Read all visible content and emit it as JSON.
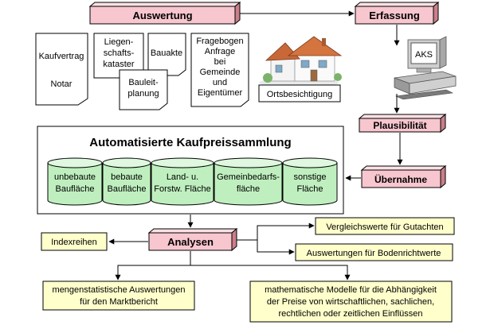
{
  "colors": {
    "process_box": "#f7c6ce",
    "process_box_side": "#c97f8a",
    "result_box": "#ffffcc",
    "cylinder": "#bfefbf"
  },
  "process": {
    "auswertung": "Auswertung",
    "erfassung": "Erfassung",
    "plausibilitaet": "Plausibilität",
    "uebernahme": "Übernahme",
    "analysen": "Analysen"
  },
  "sources": {
    "kaufvertrag_line1": "Kaufvertrag",
    "kaufvertrag_line2": "Notar",
    "liegenschaft_line1": "Liegen-",
    "liegenschaft_line2": "schafts-",
    "liegenschaft_line3": "kataster",
    "bauakte": "Bauakte",
    "bauleit_line1": "Bauleit-",
    "bauleit_line2": "planung",
    "fragebogen_line1": "Fragebogen",
    "fragebogen_line2": "Anfrage",
    "fragebogen_line3": "bei",
    "fragebogen_line4": "Gemeinde",
    "fragebogen_line5": "und",
    "fragebogen_line6": "Eigentümer",
    "ortsbesichtigung": "Ortsbesichtigung"
  },
  "computer": {
    "screen_label": "AKS"
  },
  "collection": {
    "title": "Automatisierte Kaufpreissammlung",
    "cylinders": [
      {
        "line1": "unbebaute",
        "line2": "Baufläche"
      },
      {
        "line1": "bebaute",
        "line2": "Baufläche"
      },
      {
        "line1": "Land- u.",
        "line2": "Forstw. Fläche"
      },
      {
        "line1": "Gemeinbedarfs-",
        "line2": "fläche"
      },
      {
        "line1": "sonstige",
        "line2": "Fläche"
      }
    ]
  },
  "outputs": {
    "indexreihen": "Indexreihen",
    "vergleichswerte": "Vergleichswerte für Gutachten",
    "bodenrichtwerte": "Auswertungen für Bodenrichtwerte",
    "marktbericht_line1": "mengenstatistische Auswertungen",
    "marktbericht_line2": "für den Marktbericht",
    "modelle_line1": "mathematische Modelle für die Abhängigkeit",
    "modelle_line2": "der Preise von wirtschaftlichen, sachlichen,",
    "modelle_line3": "rechtlichen oder zeitlichen Einflüssen"
  }
}
